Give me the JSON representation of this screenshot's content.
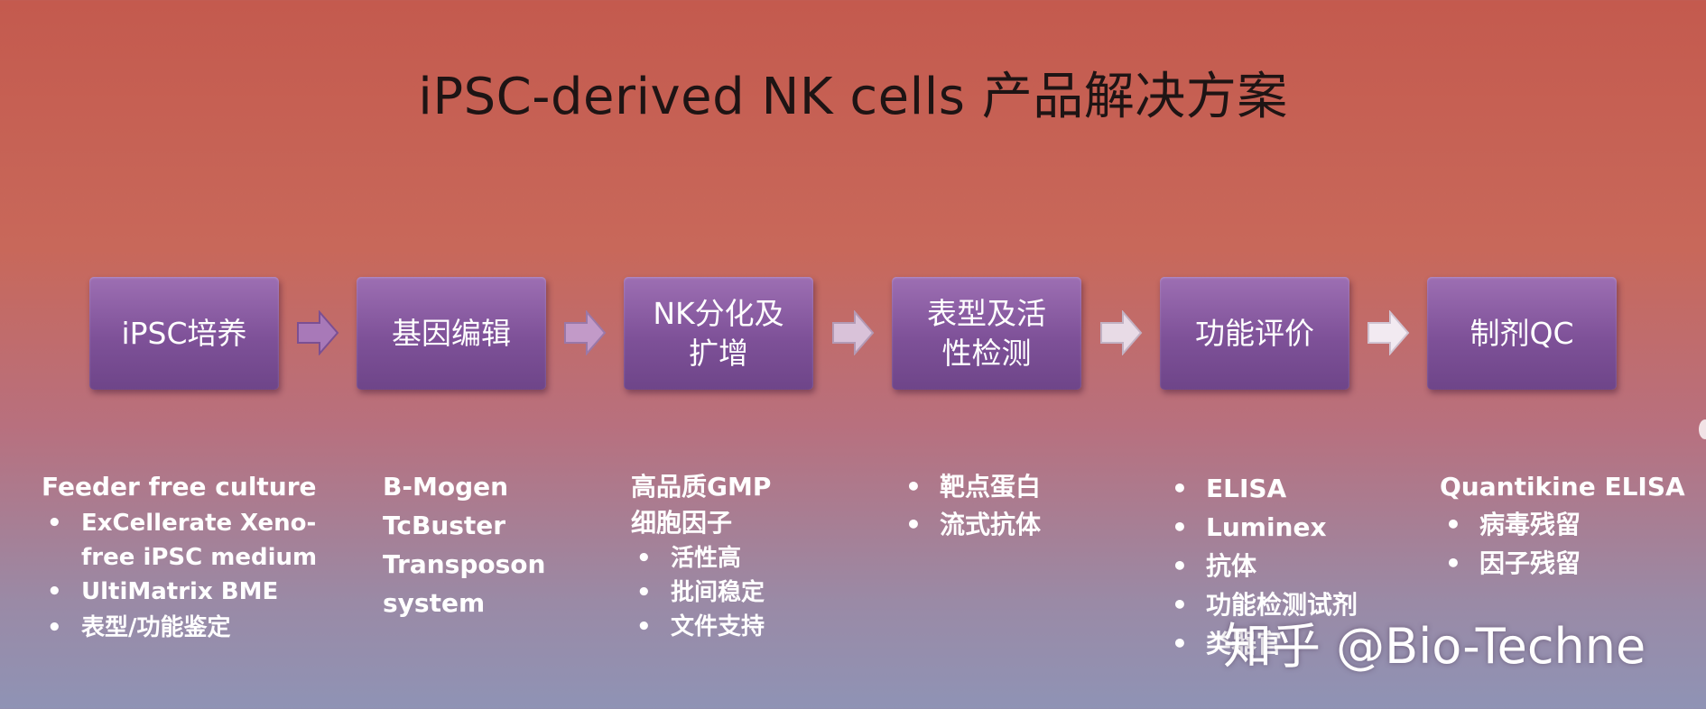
{
  "title": "iPSC-derived NK cells 产品解决方案",
  "steps": [
    {
      "label": "iPSC培养"
    },
    {
      "label": "基因编辑"
    },
    {
      "label": "NK分化及\n扩增"
    },
    {
      "label": "表型及活\n性检测"
    },
    {
      "label": "功能评价"
    },
    {
      "label": "制剂QC"
    }
  ],
  "columns": [
    {
      "heading": "Feeder free culture",
      "bullets": [
        "ExCellerate  Xeno-",
        "UltiMatrix BME",
        "表型/功能鉴定"
      ],
      "continuation": "free iPSC medium"
    },
    {
      "lines": [
        "B-Mogen",
        "TcBuster",
        "Transposon",
        "system"
      ]
    },
    {
      "lines": [
        "高品质GMP",
        "细胞因子"
      ],
      "bullets": [
        "活性高",
        "批间稳定",
        "文件支持"
      ]
    },
    {
      "bullets": [
        "靶点蛋白",
        "流式抗体"
      ]
    },
    {
      "bullets": [
        "ELISA",
        "Luminex",
        "抗体",
        "功能检测试剂",
        "类器官"
      ]
    },
    {
      "heading": "Quantikine ELISA",
      "bullets": [
        "病毒残留",
        "因子残留"
      ]
    }
  ],
  "bullet_char": "•",
  "watermark": "知乎 @Bio-Techne",
  "colors": {
    "box_top": "#9d6fb3",
    "box_bottom": "#6e4589",
    "arrow": "#a879b8",
    "bg_top": "#c45a4e",
    "bg_bottom": "#8f93b5"
  }
}
